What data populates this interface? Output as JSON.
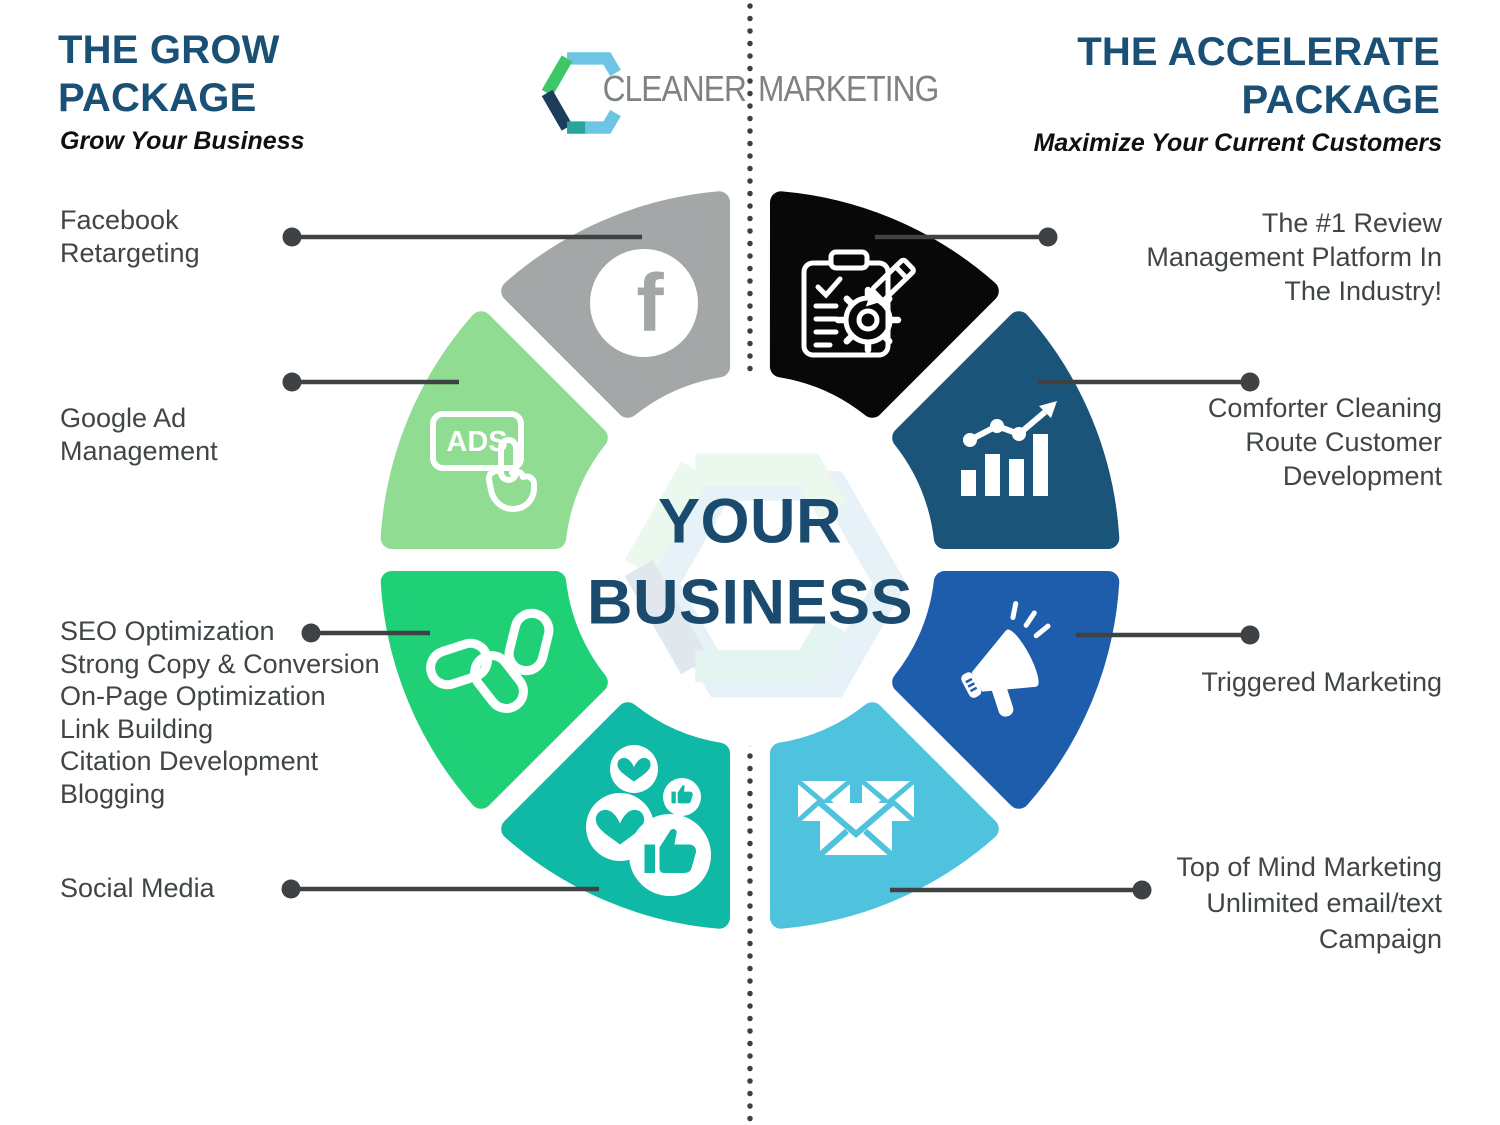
{
  "left_package": {
    "title": "THE GROW\nPACKAGE",
    "subtitle": "Grow Your Business"
  },
  "right_package": {
    "title": "THE ACCELERATE\nPACKAGE",
    "subtitle": "Maximize Your Current Customers"
  },
  "logo": {
    "word_left": "CLEANER",
    "word_right": "MARKETING"
  },
  "center": {
    "label": "YOUR\nBUSINESS"
  },
  "wheel": {
    "segments": [
      {
        "name": "review-management",
        "color": "#080808",
        "icon": "clipboard-gear-pencil-icon"
      },
      {
        "name": "customer-development",
        "color": "#1a5478",
        "icon": "growth-chart-icon"
      },
      {
        "name": "triggered-marketing",
        "color": "#1e5dab",
        "icon": "megaphone-icon"
      },
      {
        "name": "email-campaign",
        "color": "#4fc3de",
        "icon": "envelopes-icon"
      },
      {
        "name": "social-media",
        "color": "#10b9a6",
        "icon": "likes-hearts-icon"
      },
      {
        "name": "link-building",
        "color": "#1fd077",
        "icon": "chain-links-icon"
      },
      {
        "name": "google-ads",
        "color": "#90dc93",
        "icon": "ads-click-icon",
        "icon_text": "ADS"
      },
      {
        "name": "facebook",
        "color": "#a4a7a7",
        "icon": "facebook-f-icon",
        "icon_text": "f"
      }
    ]
  },
  "labels": {
    "left": [
      {
        "text": "Facebook\nRetargeting"
      },
      {
        "text": "Google Ad\nManagement"
      },
      {
        "text": "SEO Optimization\nStrong Copy & Conversion\nOn-Page Optimization\nLink Building\nCitation Development\nBlogging"
      },
      {
        "text": "Social Media"
      }
    ],
    "right": [
      {
        "text": "The #1 Review\nManagement Platform In\nThe Industry!"
      },
      {
        "text": "Comforter Cleaning\nRoute Customer\nDevelopment"
      },
      {
        "text": "Triggered Marketing"
      },
      {
        "text": "Top of Mind Marketing\nUnlimited email/text\nCampaign"
      }
    ]
  },
  "colors": {
    "connector": "#3e4245",
    "divider": "#3d4043",
    "title_navy": "#1a5075",
    "center_navy": "#1a4a6e",
    "label_text": "#404548",
    "logo_text": "#7e8284"
  }
}
